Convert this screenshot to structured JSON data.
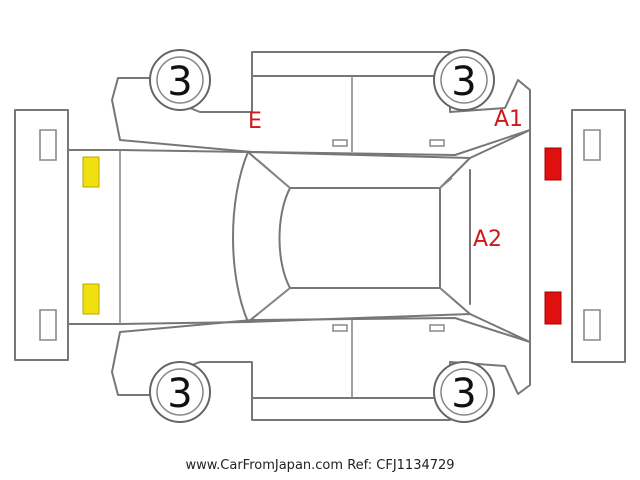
{
  "tire_labels": {
    "front_left": "3",
    "front_right": "3",
    "rear_left": "3",
    "rear_right": "3"
  },
  "damage_marks": {
    "e": "E",
    "a1": "A1",
    "a2": "A2"
  },
  "footer": {
    "site": "www.CarFromJapan.com",
    "ref": "Ref: CFJ1134729"
  },
  "colors": {
    "damage_text": "#d01818",
    "light_front": "#f0e010",
    "light_rear": "#e01010",
    "outline": "#777777"
  }
}
